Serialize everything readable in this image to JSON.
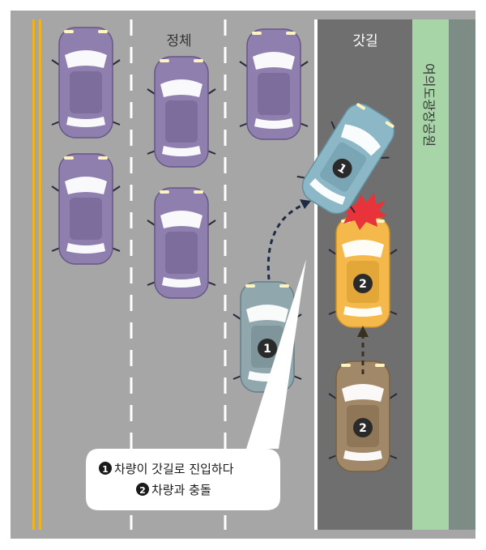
{
  "labels": {
    "congestion": "정체",
    "shoulder": "갓길",
    "park": "여의도광장공원"
  },
  "cars": [
    {
      "id": "parked-1",
      "color": "purple"
    },
    {
      "id": "parked-2",
      "color": "purple"
    },
    {
      "id": "parked-3",
      "color": "purple"
    },
    {
      "id": "parked-4",
      "color": "purple"
    },
    {
      "id": "parked-5",
      "color": "purple"
    },
    {
      "id": "car-1-ghost",
      "color": "blue-gray",
      "marker": "1"
    },
    {
      "id": "car-1",
      "color": "light-blue",
      "marker": "1"
    },
    {
      "id": "car-2",
      "color": "orange",
      "marker": "2"
    },
    {
      "id": "car-2-ghost",
      "color": "brown",
      "marker": "2"
    }
  ],
  "callout": {
    "line1_marker": "1",
    "line1_text": "차량이 갓길로 진입하다",
    "line2_marker": "2",
    "line2_text": "차량과 충돌"
  },
  "colors": {
    "road": "#a6a6a6",
    "shoulder": "#6f6f6f",
    "park_strip": "#a8d5a8",
    "center_line": "#f1b31c",
    "purple_car": "#8f7fae",
    "blue_gray_car": "#8fa7ad",
    "light_blue_car": "#8cb7c6",
    "orange_car": "#f4b94a",
    "brown_car": "#a08868",
    "collision": "#e8333a"
  }
}
